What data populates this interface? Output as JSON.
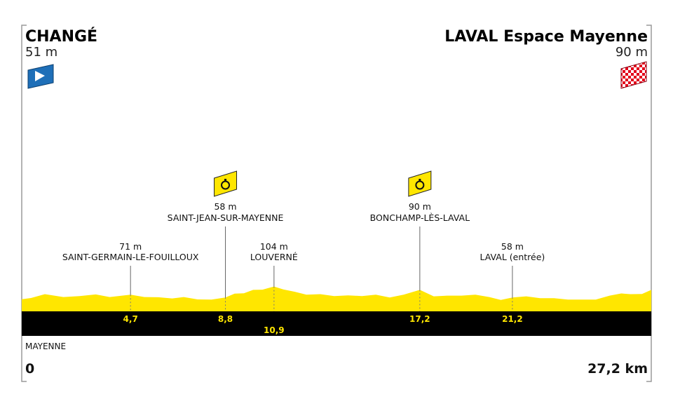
{
  "start": {
    "name": "CHANGÉ",
    "altitude": "51 m",
    "flag": "start-flag-icon"
  },
  "finish": {
    "name": "LAVAL Espace Mayenne",
    "altitude": "90 m",
    "flag": "finish-flag-icon"
  },
  "region": "MAYENNE",
  "axis": {
    "start": "0",
    "end": "27,2 km"
  },
  "colors": {
    "profile": "#ffe600",
    "band": "#000000",
    "km_text": "#ffe600",
    "start_flag": "#1e6fb8",
    "finish_flag": "#e3001b",
    "frame": "#9a9a9a"
  },
  "chart_data": {
    "type": "area",
    "title": "",
    "xlabel": "",
    "ylabel": "",
    "xlim": [
      0,
      27.2
    ],
    "ylim": [
      0,
      400
    ],
    "grid": false,
    "x": [
      0,
      0.4,
      1.0,
      1.8,
      2.5,
      3.2,
      3.8,
      4.7,
      5.3,
      5.9,
      6.5,
      7.0,
      7.6,
      8.2,
      8.8,
      9.2,
      9.6,
      10.0,
      10.4,
      10.9,
      11.3,
      11.8,
      12.3,
      12.9,
      13.5,
      14.1,
      14.7,
      15.3,
      15.9,
      16.5,
      17.2,
      17.8,
      18.4,
      19.0,
      19.6,
      20.2,
      20.7,
      21.2,
      21.8,
      22.4,
      23.0,
      23.6,
      24.2,
      24.8,
      25.4,
      25.9,
      26.3,
      26.8,
      27.2
    ],
    "y": [
      51,
      56,
      72,
      60,
      64,
      71,
      60,
      70,
      60,
      59,
      54,
      60,
      50,
      49,
      58,
      74,
      76,
      90,
      91,
      104,
      92,
      82,
      70,
      72,
      64,
      67,
      64,
      70,
      58,
      70,
      90,
      63,
      66,
      66,
      70,
      60,
      48,
      58,
      63,
      55,
      55,
      49,
      49,
      49,
      66,
      75,
      72,
      73,
      90
    ],
    "points": [
      {
        "km": "4,7",
        "x": 4.7,
        "altitude": "71 m",
        "name": "SAINT-GERMAIN-LE-FOUILLOUX",
        "sprint": false
      },
      {
        "km": "8,8",
        "x": 8.8,
        "altitude": "58 m",
        "name": "SAINT-JEAN-SUR-MAYENNE",
        "sprint": true,
        "icon": "stopwatch-icon"
      },
      {
        "km": "10,9",
        "x": 10.9,
        "altitude": "104 m",
        "name": "LOUVERNÉ",
        "sprint": false
      },
      {
        "km": "17,2",
        "x": 17.2,
        "altitude": "90 m",
        "name": "BONCHAMP-LÈS-LAVAL",
        "sprint": true,
        "icon": "stopwatch-icon"
      },
      {
        "km": "21,2",
        "x": 21.2,
        "altitude": "58 m",
        "name": "LAVAL (entrée)",
        "sprint": false
      }
    ]
  }
}
